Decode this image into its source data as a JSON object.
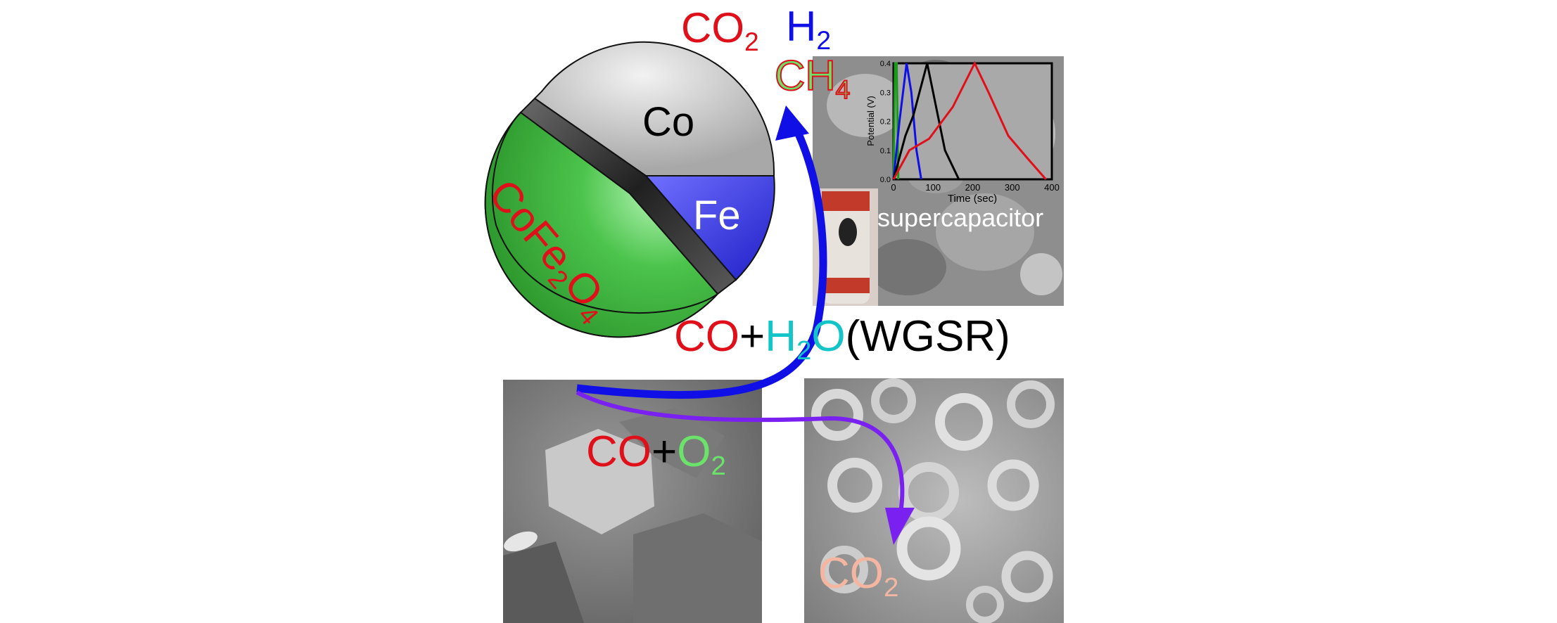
{
  "colors": {
    "red": "#e0101b",
    "blue": "#1010e6",
    "cyan": "#13c4c8",
    "green": "#6be36b",
    "salmon": "#f4b6a0",
    "purple": "#7a20f0",
    "co_gray": "#c8c8c8",
    "fe_blue": "#4a4ae8",
    "cofe2o4_green": "#4cc44c",
    "shell_dark": "#444444"
  },
  "sphere": {
    "co": "Co",
    "fe": "Fe",
    "cofe2o4": {
      "main": "CoFe",
      "sub1": "2",
      "mid": "O",
      "sub2": "4"
    }
  },
  "products": {
    "co2": {
      "main": "CO",
      "sub": "2"
    },
    "h2": {
      "main": "H",
      "sub": "2"
    },
    "ch4": {
      "main": "CH",
      "sub": "4"
    }
  },
  "wgsr": {
    "co": "CO",
    "plus": "+",
    "h2o_h": "H",
    "h2o_sub": "2",
    "h2o_o": "O",
    "tag": "(WGSR)"
  },
  "oxidation": {
    "co": "CO",
    "plus": "+",
    "o": "O",
    "o_sub": "2"
  },
  "product_co2": {
    "main": "CO",
    "sub": "2"
  },
  "supercapacitor": {
    "label": "supercapacitor"
  },
  "chart_data": {
    "type": "line",
    "xlabel": "Time (sec)",
    "ylabel": "Potential (V)",
    "xlim": [
      0,
      400
    ],
    "ylim": [
      0,
      0.4
    ],
    "x_ticks": [
      "0",
      "100",
      "200",
      "300",
      "400"
    ],
    "y_ticks": [
      "0.0",
      "0.1",
      "0.2",
      "0.3",
      "0.4"
    ],
    "series": [
      {
        "color": "#1a9a1a",
        "x": [
          0,
          4,
          8,
          12
        ],
        "y": [
          0,
          0.4,
          0.4,
          0
        ]
      },
      {
        "color": "#1010e6",
        "x": [
          0,
          15,
          33,
          45,
          58,
          70
        ],
        "y": [
          0,
          0.2,
          0.4,
          0.3,
          0.1,
          0
        ]
      },
      {
        "color": "#000000",
        "x": [
          0,
          30,
          50,
          85,
          100,
          130,
          165
        ],
        "y": [
          0,
          0.15,
          0.22,
          0.4,
          0.3,
          0.1,
          0
        ]
      },
      {
        "color": "#e0101b",
        "x": [
          0,
          40,
          90,
          150,
          205,
          240,
          290,
          340,
          385
        ],
        "y": [
          0,
          0.1,
          0.14,
          0.25,
          0.4,
          0.3,
          0.15,
          0.07,
          0
        ]
      }
    ]
  }
}
